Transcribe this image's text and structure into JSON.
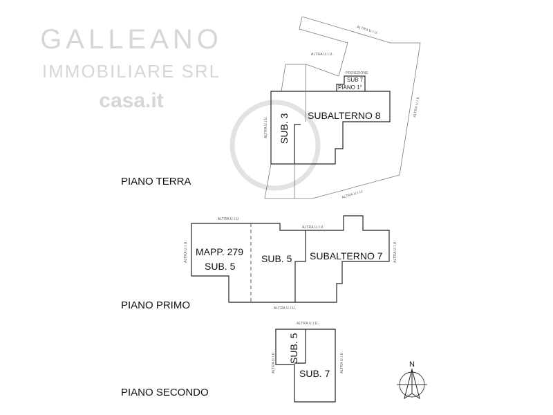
{
  "floors": {
    "ground": {
      "title": "PIANO TERRA",
      "rooms": [
        "SUBALTERNO 8",
        "SUB. 3"
      ],
      "projection": [
        "PROIEZIONE",
        "SUB 7",
        "PIANO 1°"
      ],
      "neighbors": [
        "ALTRA U.I.U.",
        "ALTRA U.I.U.",
        "ALTRA U.I.U.",
        "ALTRA U.I.U.",
        "ALTRA U.I.U."
      ]
    },
    "first": {
      "title": "PIANO PRIMO",
      "rooms": [
        "MAPP. 279",
        "SUB. 5",
        "SUB. 5",
        "SUBALTERNO 7"
      ],
      "neighbors": [
        "ALTRA U.I.U.",
        "ALTRA U.I.U.",
        "ALTRA U.I.U.",
        "ALTRA U.I.U.",
        "ALTRA U.I.U."
      ]
    },
    "second": {
      "title": "PIANO SECONDO",
      "rooms": [
        "SUB. 5",
        "SUB. 7"
      ],
      "neighbors": [
        "ALTRA U.I.U.",
        "ALTRA U.I.U.",
        "ALTRA U.I.U."
      ]
    }
  },
  "compass": {
    "label": "N"
  },
  "watermark": {
    "brand": "GALLEANO",
    "sub": "IMMOBILIARE SRL",
    "portal": "casa.it"
  }
}
